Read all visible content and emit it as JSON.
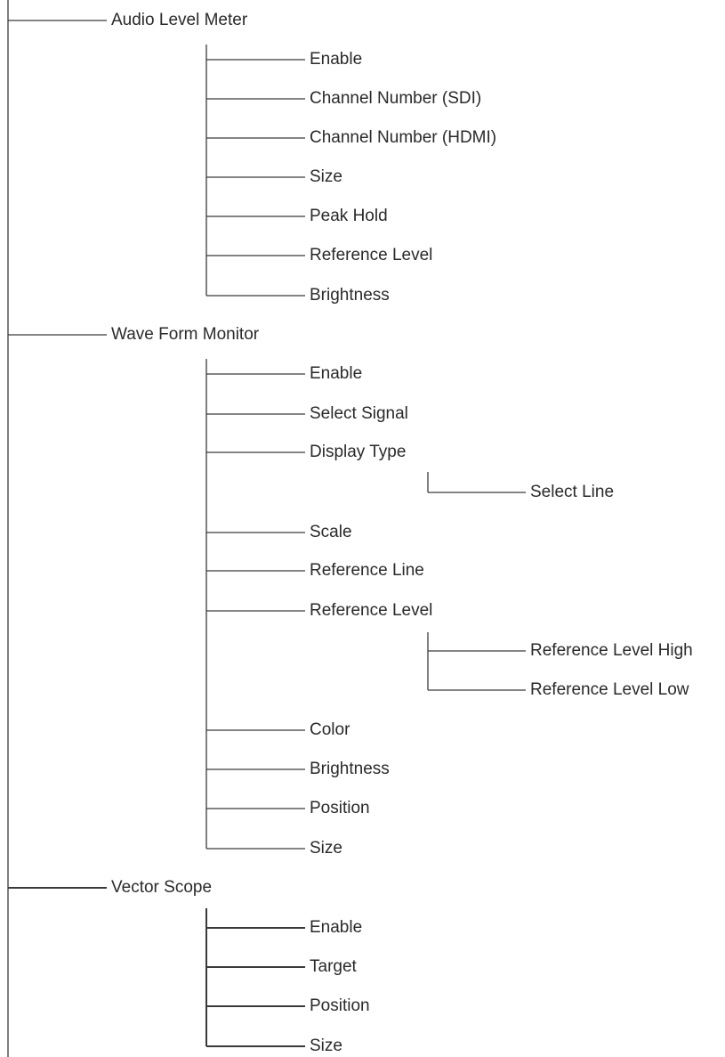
{
  "menu_tree": [
    {
      "label": "Audio Level Meter",
      "children": [
        {
          "label": "Enable"
        },
        {
          "label": "Channel Number (SDI)"
        },
        {
          "label": "Channel Number (HDMI)"
        },
        {
          "label": "Size"
        },
        {
          "label": "Peak Hold"
        },
        {
          "label": "Reference Level"
        },
        {
          "label": "Brightness"
        }
      ]
    },
    {
      "label": "Wave Form Monitor",
      "children": [
        {
          "label": "Enable"
        },
        {
          "label": "Select Signal"
        },
        {
          "label": "Display Type",
          "children": [
            {
              "label": "Select Line"
            }
          ]
        },
        {
          "label": "Scale"
        },
        {
          "label": "Reference Line"
        },
        {
          "label": "Reference Level",
          "children": [
            {
              "label": "Reference Level High"
            },
            {
              "label": "Reference Level Low"
            }
          ]
        },
        {
          "label": "Color"
        },
        {
          "label": "Brightness"
        },
        {
          "label": "Position"
        },
        {
          "label": "Size"
        }
      ]
    },
    {
      "label": "Vector Scope",
      "children": [
        {
          "label": "Enable"
        },
        {
          "label": "Target"
        },
        {
          "label": "Position"
        },
        {
          "label": "Size"
        }
      ]
    }
  ]
}
